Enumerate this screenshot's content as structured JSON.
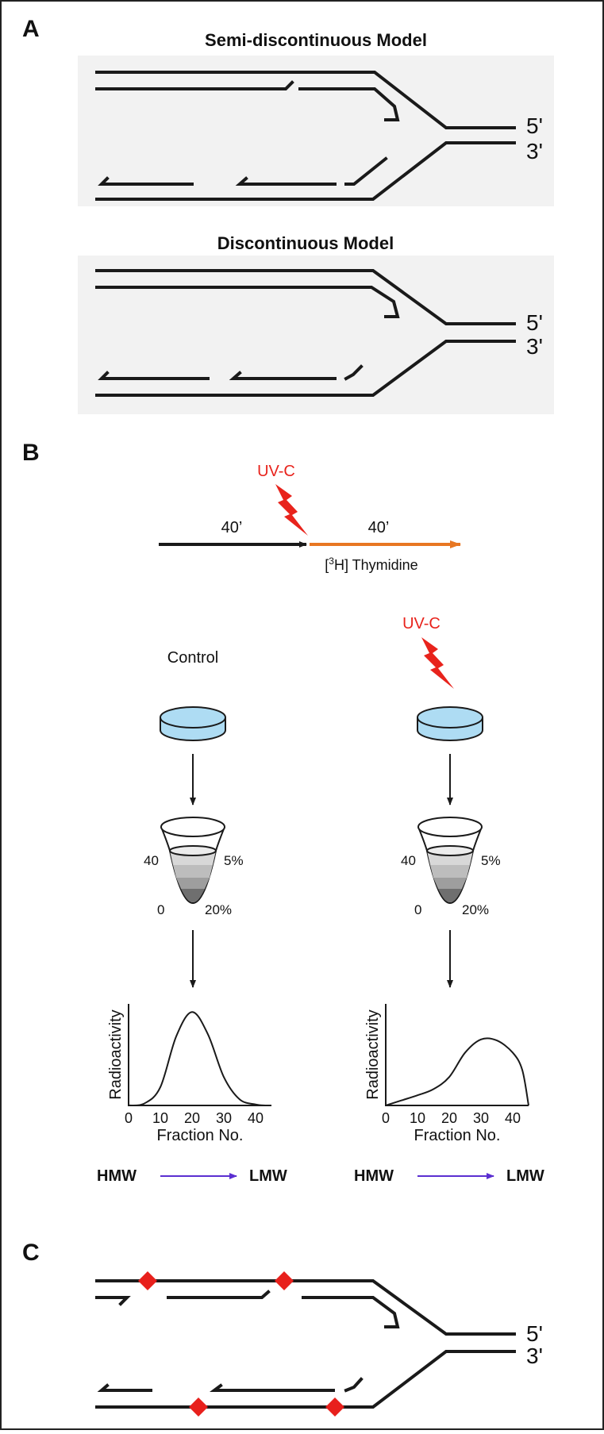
{
  "colors": {
    "strand": "#1a1a1a",
    "uv": "#e8231c",
    "orange_arrow": "#e87722",
    "dish": "#aedcf3",
    "hmw_arrow": "#5b2fd1",
    "lesion": "#e8201c",
    "panel_bg": "#f2f2f2"
  },
  "panel_a": {
    "label": "A",
    "model1_title": "Semi-discontinuous Model",
    "model2_title": "Discontinuous Model",
    "end5": "5'",
    "end3": "3'"
  },
  "panel_b": {
    "label": "B",
    "uv_label": "UV-C",
    "time_before": "40’",
    "time_after": "40’",
    "thymidine_sup": "3",
    "thymidine_rest": "H] Thymidine",
    "thymidine_open": "[",
    "control_label": "Control",
    "uv_label_right": "UV-C",
    "gradient_left": "40",
    "gradient_right": "5%",
    "gradient_bottom_left": "0",
    "gradient_bottom_right": "20%",
    "hmw": "HMW",
    "lmw": "LMW",
    "icons": [
      "lightning-icon",
      "petri-dish-icon",
      "centrifuge-tube-icon",
      "down-arrow-icon"
    ]
  },
  "panel_c": {
    "label": "C",
    "end5": "5'",
    "end3": "3'",
    "lesion_icon": "diamond-lesion-icon"
  },
  "chart_data": [
    {
      "type": "line",
      "subtitle": "Control",
      "xlabel": "Fraction No.",
      "ylabel": "Radioactivity",
      "x_ticks": [
        "0",
        "10",
        "20",
        "30",
        "40"
      ],
      "xlim": [
        0,
        45
      ],
      "grid": false,
      "series": [
        {
          "x": [
            0,
            5,
            10,
            15,
            20,
            25,
            30,
            35,
            40,
            43
          ],
          "y": [
            0,
            2,
            18,
            68,
            92,
            70,
            28,
            6,
            1,
            0
          ]
        }
      ]
    },
    {
      "type": "line",
      "subtitle": "UV-C",
      "xlabel": "Fraction No.",
      "ylabel": "Radioactivity",
      "x_ticks": [
        "0",
        "10",
        "20",
        "30",
        "40"
      ],
      "xlim": [
        0,
        45
      ],
      "grid": false,
      "series": [
        {
          "x": [
            0,
            5,
            10,
            15,
            20,
            25,
            30,
            35,
            40,
            43,
            45
          ],
          "y": [
            0,
            5,
            10,
            16,
            28,
            52,
            65,
            64,
            52,
            35,
            0
          ]
        }
      ]
    }
  ]
}
